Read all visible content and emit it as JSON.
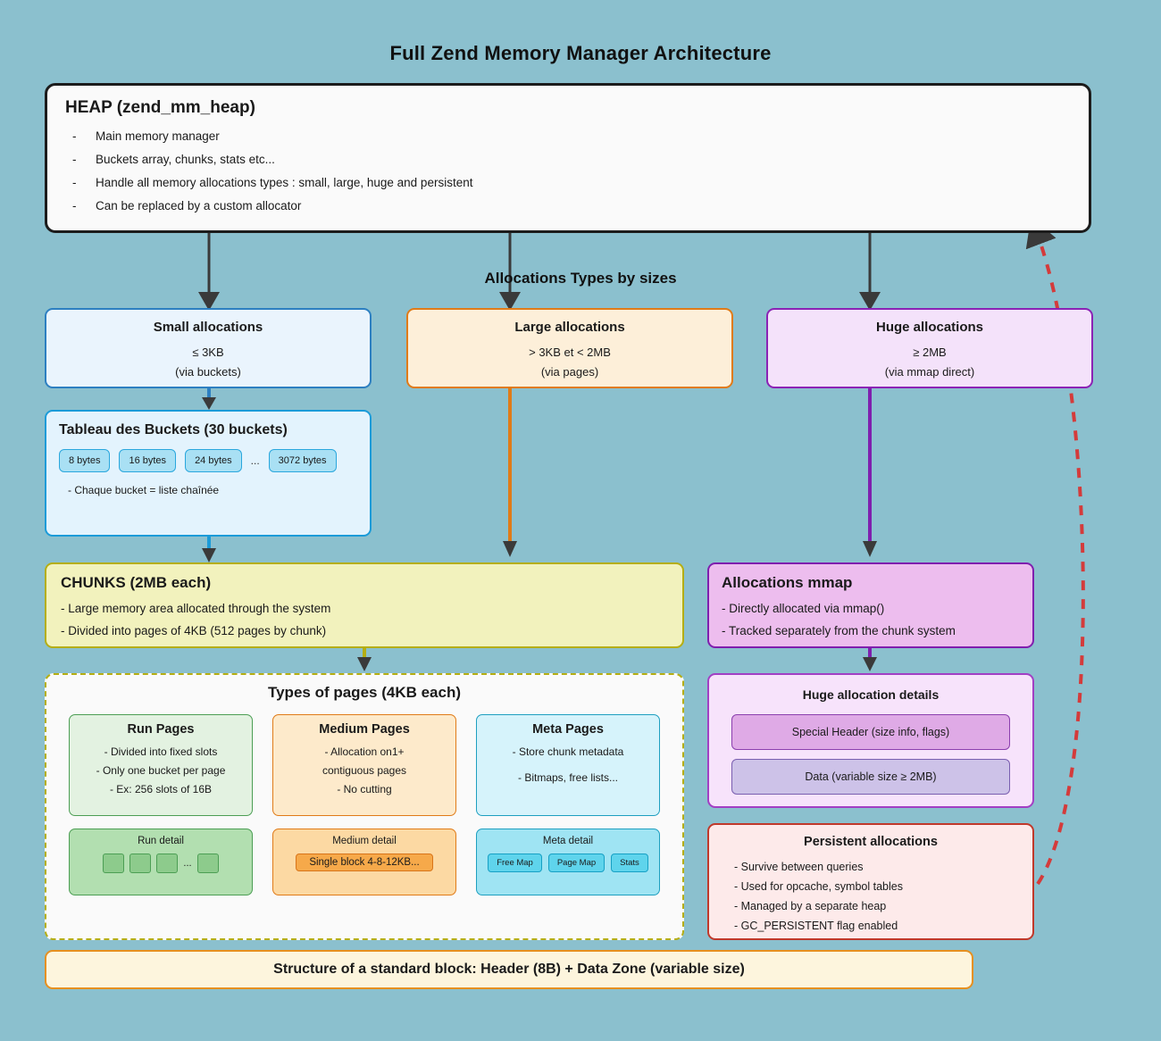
{
  "title": "Full Zend Memory Manager Architecture",
  "heap": {
    "title": "HEAP (zend_mm_heap)",
    "bullet_marker": "-",
    "items": [
      "Main memory manager",
      "Buckets array, chunks, stats etc...",
      "Handle all memory allocations types : small, large, huge and persistent",
      "Can be replaced by a custom allocator"
    ]
  },
  "section_label": "Allocations Types by sizes",
  "allocations": {
    "small": {
      "title": "Small allocations",
      "size": "≤ 3KB",
      "via": "(via buckets)",
      "color": "#2d7fc1"
    },
    "large": {
      "title": "Large allocations",
      "size": "> 3KB et < 2MB",
      "via": "(via pages)",
      "color": "#e07b18"
    },
    "huge": {
      "title": "Huge allocations",
      "size": "≥ 2MB",
      "via": "(via mmap direct)",
      "color": "#8b22b5"
    }
  },
  "buckets": {
    "title": "Tableau des Buckets (30 buckets)",
    "chips": [
      "8 bytes",
      "16 bytes",
      "24 bytes"
    ],
    "ellipsis": "...",
    "last_chip": "3072 bytes",
    "note": "- Chaque bucket = liste chaînée"
  },
  "chunks": {
    "title": "CHUNKS (2MB each)",
    "lines": [
      "- Large memory area allocated through the system",
      "- Divided into pages of 4KB (512 pages by chunk)"
    ],
    "color": "#b5ae13"
  },
  "mmap": {
    "title": "Allocations mmap",
    "lines": [
      "- Directly allocated via mmap()",
      "- Tracked separately from the chunk system"
    ],
    "color": "#7f1fae"
  },
  "pages": {
    "header": "Types of pages (4KB each)",
    "types": [
      {
        "title": "Run Pages",
        "lines": [
          "- Divided into fixed slots",
          "- Only one bucket per page",
          "- Ex: 256 slots of 16B"
        ]
      },
      {
        "title": "Medium Pages",
        "lines": [
          "- Allocation on1+",
          "contiguous pages",
          "- No cutting"
        ]
      },
      {
        "title": "Meta Pages",
        "lines": [
          "- Store chunk metadata",
          "- Bitmaps, free lists..."
        ]
      }
    ],
    "details": {
      "run": {
        "title": "Run detail",
        "ellipsis": "..."
      },
      "medium": {
        "title": "Medium detail",
        "block": "Single block 4-8-12KB..."
      },
      "meta": {
        "title": "Meta detail",
        "chips": [
          "Free Map",
          "Page Map",
          "Stats"
        ]
      }
    }
  },
  "huge_details": {
    "title": "Huge allocation details",
    "header_bar": "Special Header (size info, flags)",
    "data_bar": "Data (variable size ≥ 2MB)"
  },
  "persistent": {
    "title": "Persistent allocations",
    "lines": [
      "- Survive between queries",
      "- Used for opcache, symbol tables",
      "- Managed by a separate heap",
      "- GC_PERSISTENT flag enabled"
    ],
    "color": "#c0392b"
  },
  "footer": "Structure of a standard block: Header (8B) + Data Zone (variable size)",
  "colors": {
    "background": "#8bc0ce",
    "heap_border": "#1c1c1c",
    "small": "#2d7fc1",
    "large": "#e07b18",
    "huge": "#8b22b5",
    "chunks": "#b5ae13",
    "persistent_link": "#d43b3b"
  }
}
